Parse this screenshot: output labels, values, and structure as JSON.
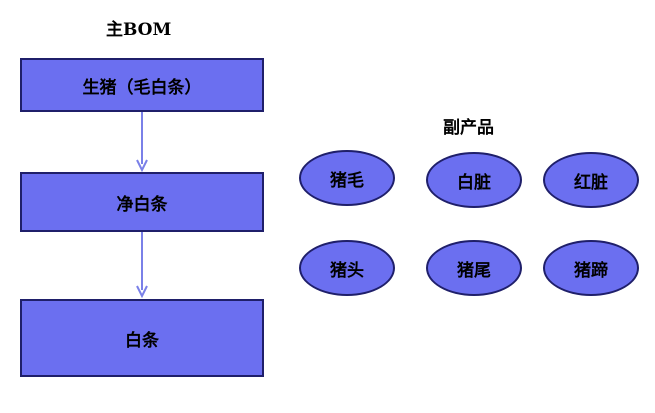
{
  "colors": {
    "node_fill": "#6b6ff0",
    "node_border": "#1f1f6a",
    "arrow": "#7a80e8",
    "text": "#000000"
  },
  "main_bom": {
    "heading": "主BOM",
    "steps": [
      "生猪（毛白条）",
      "净白条",
      "白条"
    ]
  },
  "byproducts": {
    "heading": "副产品",
    "items": [
      "猪毛",
      "白脏",
      "红脏",
      "猪头",
      "猪尾",
      "猪蹄"
    ]
  }
}
